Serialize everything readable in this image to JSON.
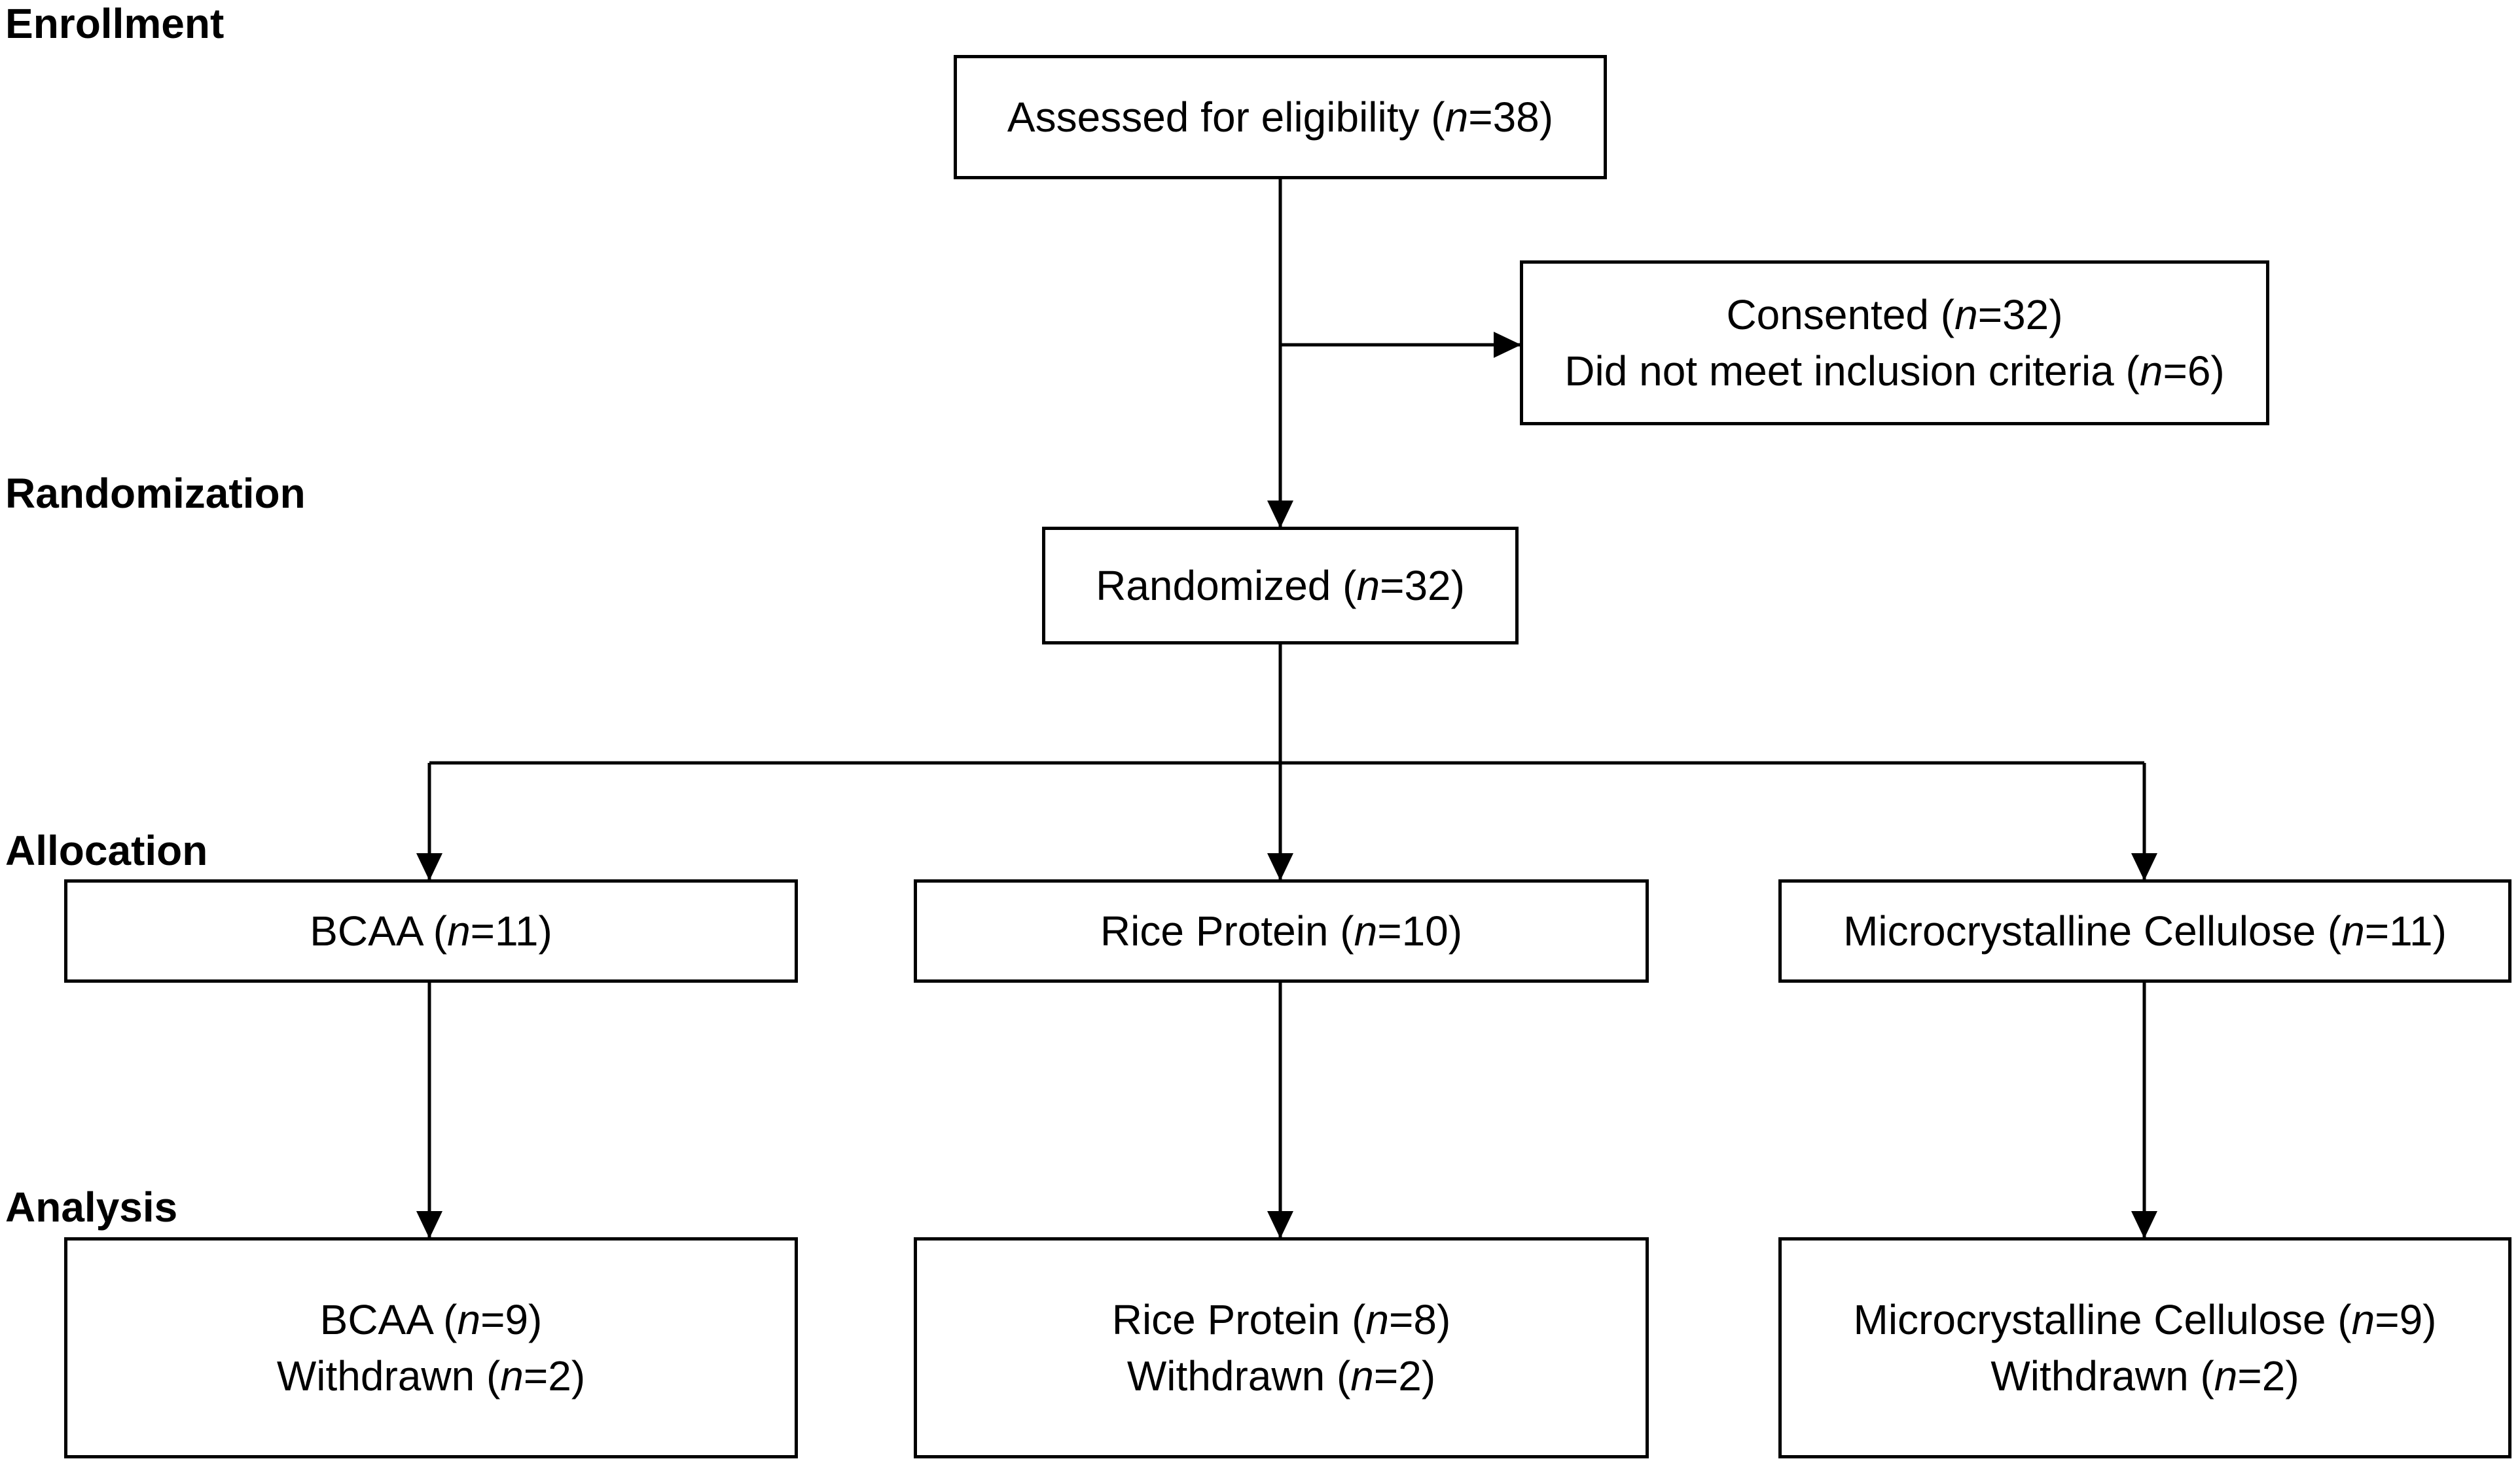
{
  "stages": {
    "enrollment": "Enrollment",
    "randomization": "Randomization",
    "allocation": "Allocation",
    "analysis": "Analysis"
  },
  "boxes": {
    "assessed": {
      "line1": {
        "pre": "Assessed for eligibility (",
        "n": "n",
        "post": "=38)"
      }
    },
    "consented": {
      "line1": {
        "pre": "Consented (",
        "n": "n",
        "post": "=32)"
      },
      "line2": {
        "pre": "Did not meet inclusion criteria (",
        "n": "n",
        "post": "=6)"
      }
    },
    "randomized": {
      "line1": {
        "pre": "Randomized (",
        "n": "n",
        "post": "=32)"
      }
    },
    "alloc_bcaa": {
      "line1": {
        "pre": "BCAA (",
        "n": "n",
        "post": "=11)"
      }
    },
    "alloc_rice": {
      "line1": {
        "pre": "Rice Protein (",
        "n": "n",
        "post": "=10)"
      }
    },
    "alloc_mcc": {
      "line1": {
        "pre": "Microcrystalline Cellulose (",
        "n": "n",
        "post": "=11)"
      }
    },
    "analysis_bcaa": {
      "line1": {
        "pre": "BCAA (",
        "n": "n",
        "post": "=9)"
      },
      "line2": {
        "pre": "Withdrawn (",
        "n": "n",
        "post": "=2)"
      }
    },
    "analysis_rice": {
      "line1": {
        "pre": "Rice Protein (",
        "n": "n",
        "post": "=8)"
      },
      "line2": {
        "pre": "Withdrawn (",
        "n": "n",
        "post": "=2)"
      }
    },
    "analysis_mcc": {
      "line1": {
        "pre": "Microcrystalline Cellulose (",
        "n": "n",
        "post": "=9)"
      },
      "line2": {
        "pre": "Withdrawn (",
        "n": "n",
        "post": "=2)"
      }
    }
  },
  "colors": {
    "line": "#000000",
    "background": "#ffffff",
    "text": "#000000"
  }
}
